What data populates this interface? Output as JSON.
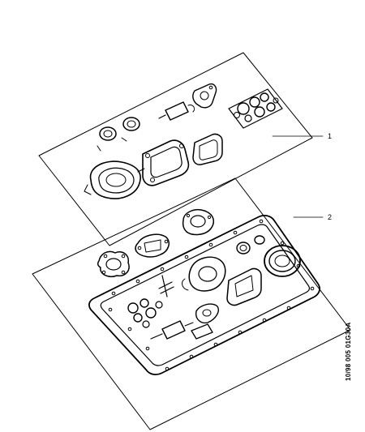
{
  "callouts": [
    {
      "number": "1"
    },
    {
      "number": "2"
    }
  ],
  "reference_code": "10/98 005 01G30A",
  "colors": {
    "ink": "#000000",
    "paper": "#ffffff"
  }
}
